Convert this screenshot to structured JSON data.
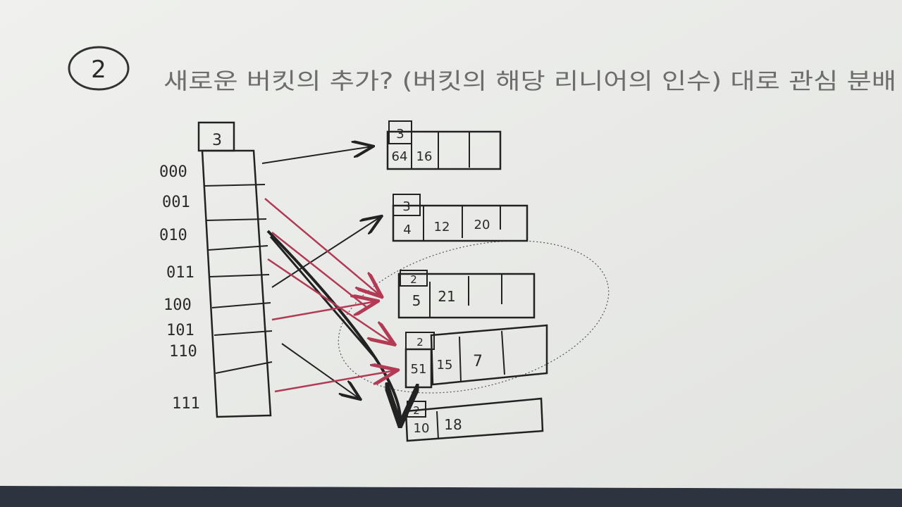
{
  "photo": {
    "paper_color": "#ecedea",
    "ink_color": "#222222",
    "red_ink_color": "#c0455e"
  },
  "note": {
    "number": "2",
    "heading": "새로운 버킷의 추가? (버킷의 해당 리니어의 인수) 대로 관심 분배"
  },
  "directory": {
    "global_depth": "3",
    "labels": [
      "000",
      "001",
      "010",
      "011",
      "100",
      "101",
      "110",
      "111"
    ]
  },
  "buckets": [
    {
      "local_depth": "3",
      "keys": [
        "64",
        "16",
        "",
        ""
      ]
    },
    {
      "local_depth": "3",
      "keys": [
        "4",
        "12",
        "20",
        ""
      ]
    },
    {
      "local_depth": "2",
      "keys": [
        "5",
        "21",
        "",
        ""
      ]
    },
    {
      "local_depth": "2",
      "keys": [
        "51",
        "15",
        "7",
        ""
      ]
    },
    {
      "local_depth": "2",
      "keys": [
        "10",
        "18"
      ]
    }
  ]
}
